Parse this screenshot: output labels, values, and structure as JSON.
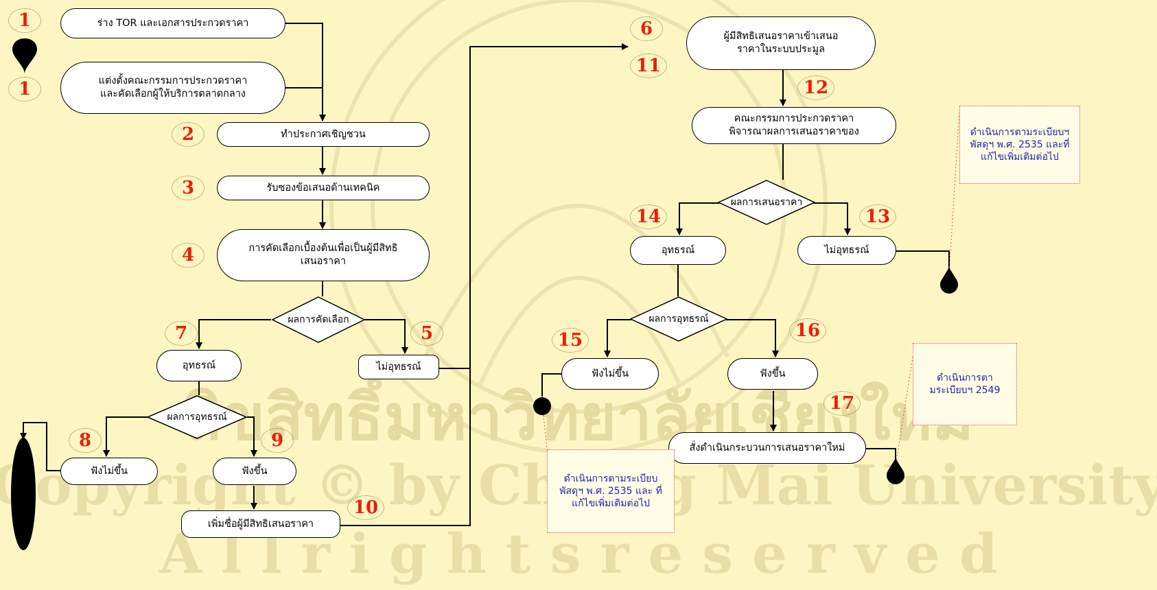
{
  "watermark": {
    "line1": "ลิขสิทธิ์มหาวิทยาลัยเชียงใหม่",
    "line2": "Copyright © by Chiang Mai University",
    "line3": "A l l   r i g h t s   r e s e r v e d"
  },
  "steps": {
    "draft_tor": "ร่าง TOR และเอกสารประกวดราคา",
    "appoint_committee": "แต่งตั้งคณะกรรมการประกวดราคาและคัดเลือกผู้ให้บริการตลาดกลาง",
    "announce": "ทำประกาศเชิญชวน",
    "receive_tech": "รับซองข้อเสนอด้านเทคนิค",
    "preselect": "การคัดเลือกเบื้องต้นเพื่อเป็นผู้มีสิทธิเสนอราคา",
    "preselect_result": "ผลการคัดเลือก",
    "appeal_left": "อุทธรณ์",
    "no_appeal_left": "ไม่อุทธรณ์",
    "appeal_result_left": "ผลการอุทธรณ์",
    "not_heard_left": "ฟังไม่ขึ้น",
    "heard_left": "ฟังขึ้น",
    "add_bidder": "เพิ่มชื่อผู้มีสิทธิเสนอราคา",
    "bid_online": "ผู้มีสิทธิเสนอราคาเข้าเสนอราคาในระบบประมูล",
    "committee_consider": "คณะกรรมการประกวดราคาพิจารณาผลการเสนอราคาของ",
    "bid_result": "ผลการเสนอราคา",
    "appeal_right": "อุทธรณ์",
    "no_appeal_right": "ไม่อุทธรณ์",
    "appeal_result_right": "ผลการอุทธรณ์",
    "not_heard_right": "ฟังไม่ขึ้น",
    "heard_right": "ฟังขึ้น",
    "new_bidding": "สั่งดำเนินกระบวนการเสนอราคาใหม่"
  },
  "numbers": [
    "1",
    "1",
    "2",
    "3",
    "4",
    "5",
    "6",
    "7",
    "8",
    "9",
    "10",
    "11",
    "12",
    "13",
    "14",
    "15",
    "16",
    "17"
  ],
  "notes": {
    "note_top_right": "ดำเนินการตามระเบียบฯ พัสดุฯ พ.ศ. 2535 และที่แก้ไขเพิ่มเติมต่อไป",
    "note_mid_right": "ดำเนินการตามระเบียบฯ 2549",
    "note_bottom": "ดำเนินการตามระเบียบ พัสดุฯ พ.ศ. 2535 และ ที่แก้ไขเพิ่มเติมต่อไป"
  },
  "colors": {
    "background": "#fdf6c3",
    "number_red": "#ee1c0c",
    "note_text": "#2222aa",
    "watermark": "#e8dea0"
  }
}
